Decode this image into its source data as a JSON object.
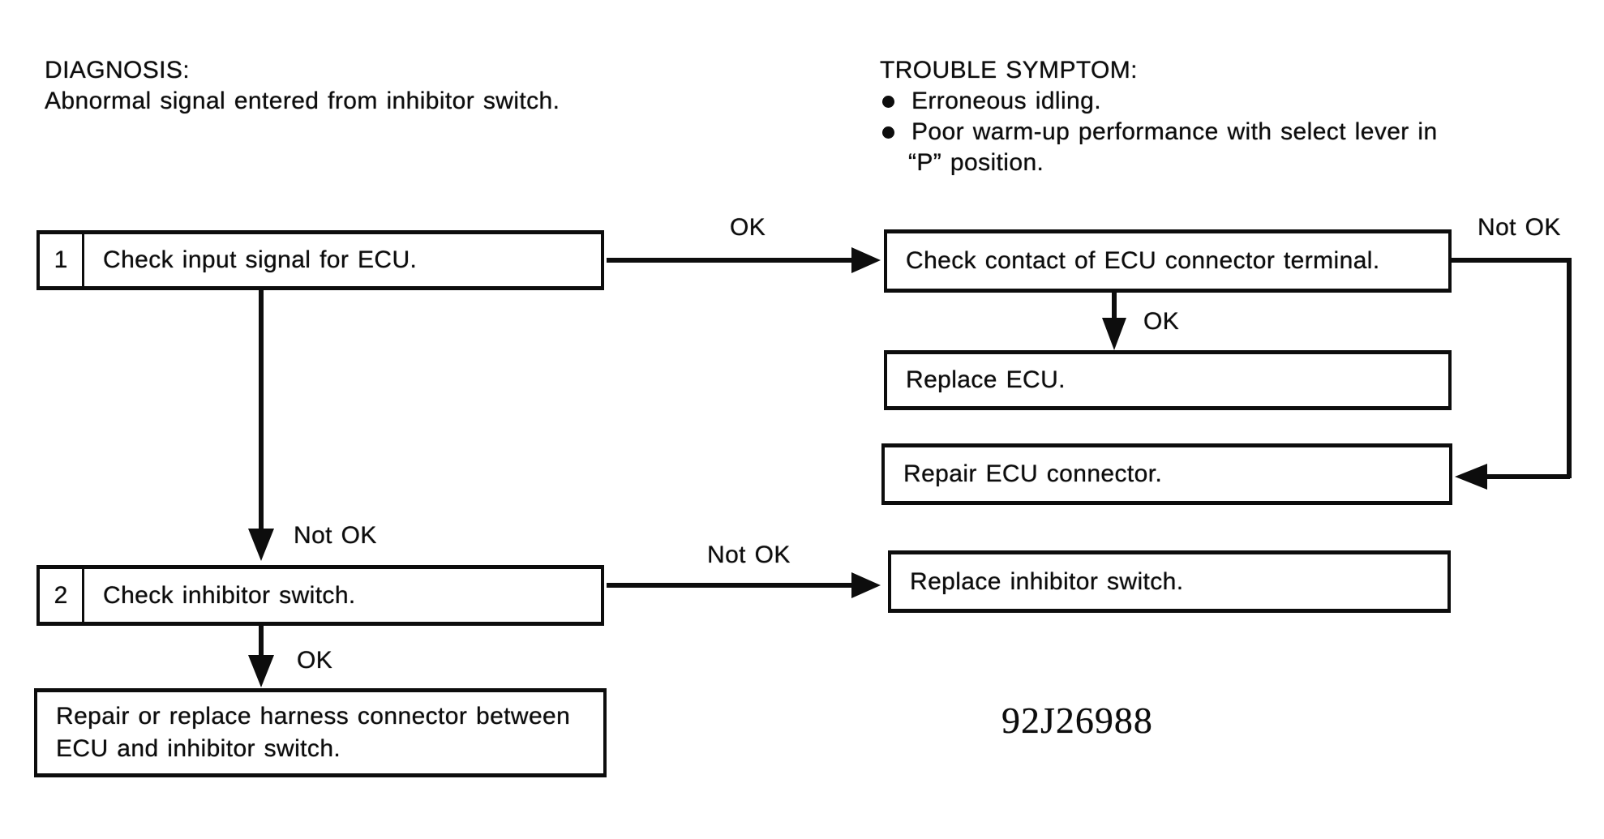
{
  "colors": {
    "background": "#ffffff",
    "ink": "#0d0d0d"
  },
  "header": {
    "diagnosis": {
      "title": "DIAGNOSIS:",
      "description": "Abnormal signal entered from inhibitor switch."
    },
    "trouble": {
      "title": "TROUBLE SYMPTOM:",
      "symptom_1": "Erroneous idling.",
      "symptom_2_line_1": "Poor warm-up performance with select lever in",
      "symptom_2_line_2": "“P” position."
    }
  },
  "flowchart": {
    "step_1": {
      "number": "1",
      "label": "Check input signal for ECU."
    },
    "step_2": {
      "number": "2",
      "label": "Check inhibitor switch."
    },
    "check_contact": {
      "label": "Check contact of ECU connector terminal."
    },
    "replace_ecu": {
      "label": "Replace ECU."
    },
    "repair_connector": {
      "label": "Repair ECU connector."
    },
    "replace_inhibitor": {
      "label": "Replace inhibitor switch."
    },
    "final": {
      "line_1": "Repair or replace harness connector between",
      "line_2": "ECU and inhibitor switch."
    },
    "connectors": {
      "step1_to_contact": "OK",
      "step1_to_step2": "Not OK",
      "contact_to_replace_ecu": "OK",
      "contact_to_repair_connector": "Not OK",
      "step2_to_replace_inhibitor": "Not OK",
      "step2_to_final": "OK"
    }
  },
  "footer": {
    "figure_code": "92J26988"
  }
}
